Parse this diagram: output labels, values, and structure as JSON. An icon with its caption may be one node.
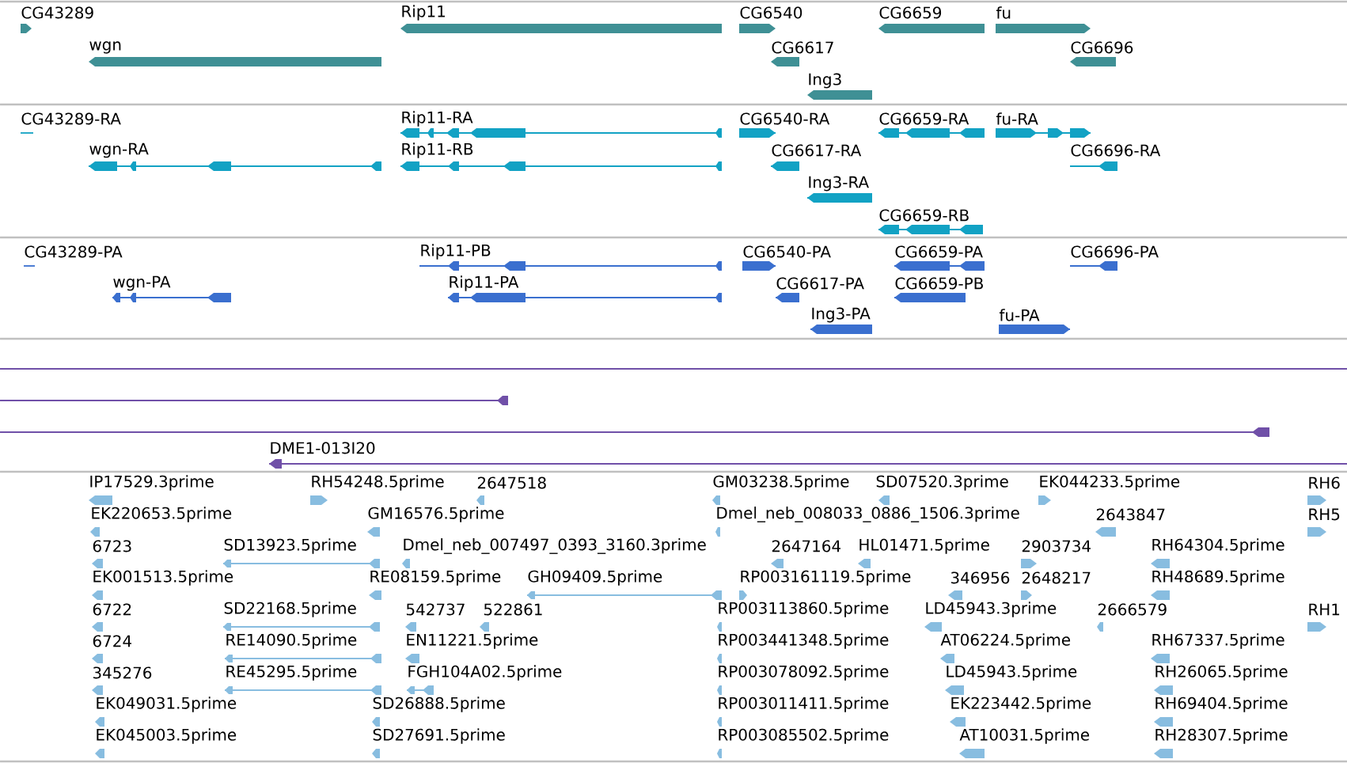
{
  "diagram": {
    "labels": [
      "CG43289",
      "Rip11",
      "CG6540",
      "CG6659",
      "fu",
      "wgn",
      "CG6617",
      "CG6696",
      "Ing3",
      "CG43289-RA",
      "Rip11-RA",
      "CG6540-RA",
      "CG6659-RA",
      "fu-RA",
      "wgn-RA",
      "Rip11-RB",
      "CG6617-RA",
      "CG6696-RA",
      "Ing3-RA",
      "CG6659-RB",
      "CG43289-PA",
      "Rip11-PB",
      "CG6540-PA",
      "CG6659-PA",
      "CG6696-PA",
      "wgn-PA",
      "Rip11-PA",
      "CG6617-PA",
      "CG6659-PB",
      "Ing3-PA",
      "fu-PA",
      "DME1-013I20",
      "IP17529.3prime",
      "RH54248.5prime",
      "2647518",
      "GM03238.5prime",
      "SD07520.3prime",
      "EK044233.5prime",
      "RH6",
      "EK220653.5prime",
      "GM16576.5prime",
      "Dmel_neb_008033_0886_1506.3prime",
      "2643847",
      "RH5",
      "6723",
      "SD13923.5prime",
      "Dmel_neb_007497_0393_3160.3prime",
      "2647164",
      "HL01471.5prime",
      "2903734",
      "RH64304.5prime",
      "EK001513.5prime",
      "RE08159.5prime",
      "GH09409.5prime",
      "RP003161119.5prime",
      "346956",
      "2648217",
      "RH48689.5prime",
      "6722",
      "SD22168.5prime",
      "542737",
      "522861",
      "RP003113860.5prime",
      "LD45943.3prime",
      "2666579",
      "RH1",
      "6724",
      "RE14090.5prime",
      "EN11221.5prime",
      "RP003441348.5prime",
      "AT06224.5prime",
      "RH67337.5prime",
      "345276",
      "RE45295.5prime",
      "FGH104A02.5prime",
      "RP003078092.5prime",
      "LD45943.5prime",
      "RH26065.5prime",
      "EK049031.5prime",
      "SD26888.5prime",
      "RP003011411.5prime",
      "EK223442.5prime",
      "RH69404.5prime",
      "EK045003.5prime",
      "SD27691.5prime",
      "RP003085502.5prime",
      "AT10031.5prime",
      "RH28307.5prime"
    ]
  }
}
